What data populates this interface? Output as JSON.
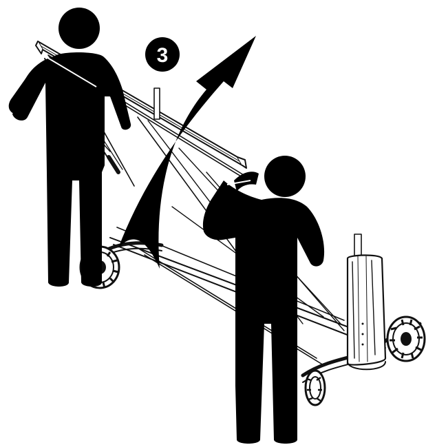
{
  "diagram": {
    "step_number": "3",
    "colors": {
      "figure": "#000000",
      "line": "#111111",
      "background": "#ffffff",
      "step_text": "#ffffff"
    },
    "elements": {
      "left_person": "person-silhouette",
      "right_person": "person-silhouette",
      "frame": "folding-cart-frame",
      "arrow": "curved-up-arrow",
      "wheels": "wheel"
    }
  }
}
